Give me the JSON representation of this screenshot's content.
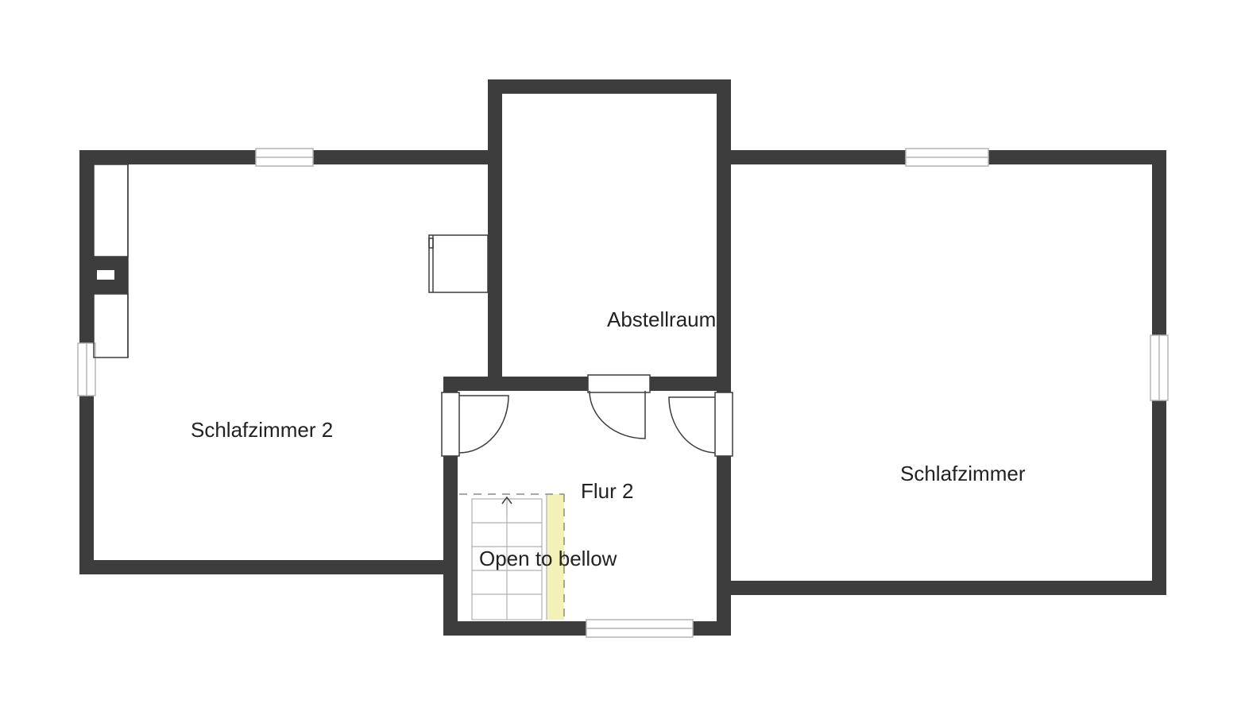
{
  "floorplan": {
    "rooms": [
      {
        "id": "schlafzimmer-2",
        "label": "Schlafzimmer 2"
      },
      {
        "id": "abstellraum",
        "label": "Abstellraum"
      },
      {
        "id": "flur-2",
        "label": "Flur 2"
      },
      {
        "id": "schlafzimmer",
        "label": "Schlafzimmer"
      }
    ],
    "annotations": {
      "stair_opening": "Open to bellow"
    },
    "colors": {
      "wall": "#3d3d3d",
      "window": "#b5b5b5",
      "stair_highlight": "#f3f0b8",
      "background": "#ffffff"
    }
  }
}
